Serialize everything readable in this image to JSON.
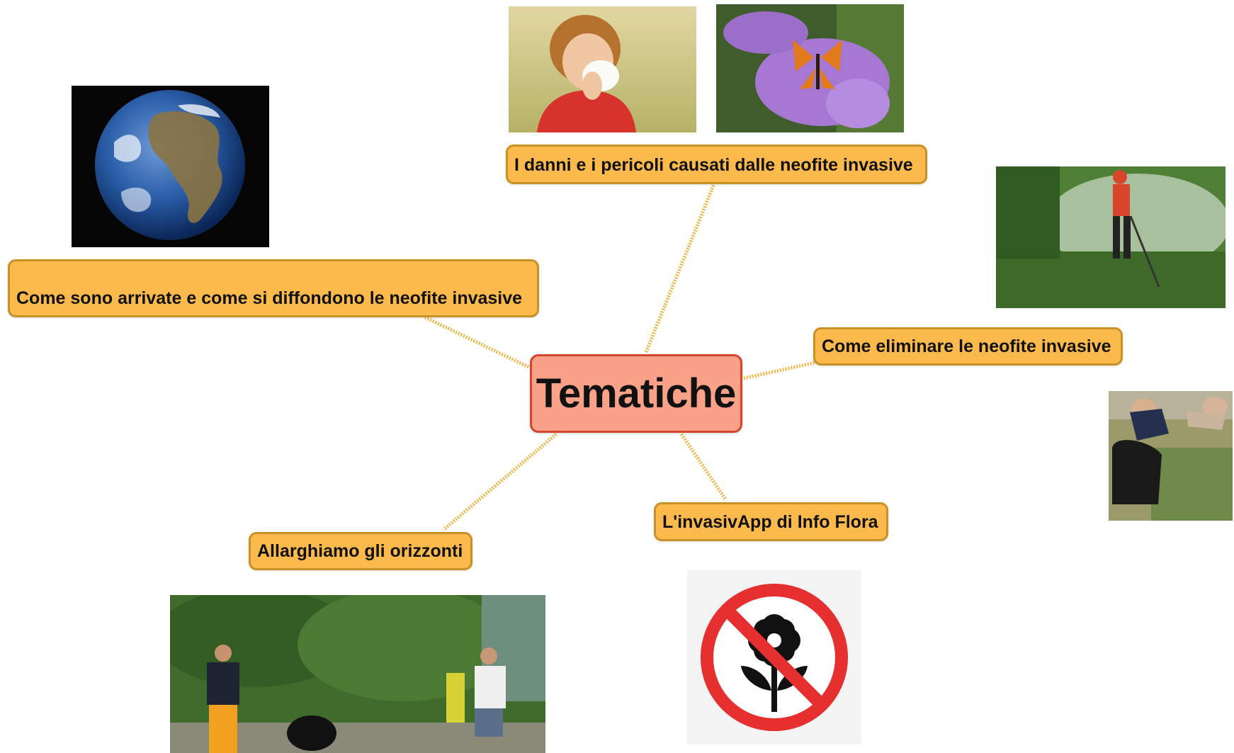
{
  "central_topic": "Tematiche",
  "topics": {
    "danni": "I danni e i pericoli causati dalle neofite invasive",
    "arrivo": "Come sono arrivate e come si diffondono le neofite invasive",
    "eliminare": "Come eliminare le neofite invasive",
    "app": "L'invasivApp di Info Flora",
    "orizzonti": "Allarghiamo gli orizzonti"
  },
  "images": {
    "earth": "earth-globe-photo",
    "child": "child-allergy-photo",
    "butterfly": "butterfly-on-buddleja-photo",
    "mowing": "worker-mowing-photo",
    "weeding": "people-weeding-photo",
    "no_flower": "no-flower-sign-icon",
    "volunteers": "volunteers-clearing-plants-photo"
  },
  "colors": {
    "topic_fill": "#fbba4b",
    "topic_border": "#c99227",
    "central_fill": "#f9a189",
    "central_border": "#d2452e",
    "connector": "#f1b648"
  }
}
